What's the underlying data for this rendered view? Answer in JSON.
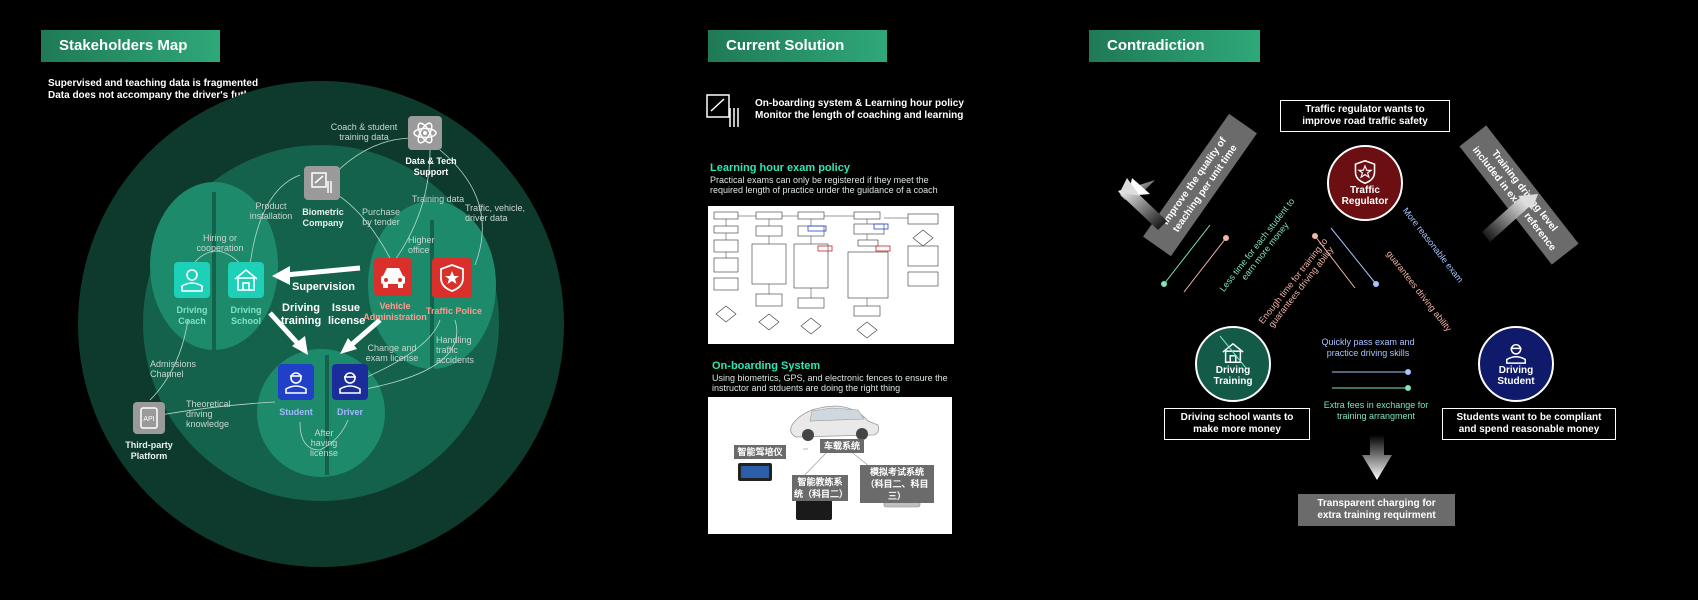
{
  "stakeholders": {
    "title": "Stakeholders Map",
    "intro_line1": "Supervised and teaching data is fragmented",
    "intro_line2": "Data does not accompany the driver's futher on-road performance",
    "nodes": {
      "data_tech": "Data & Tech Support",
      "biometric": "Biometric Company",
      "driving_coach": "Driving Coach",
      "driving_school": "Driving School",
      "vehicle_admin": "Vehicle Administration",
      "traffic_police": "Traffic Police",
      "student": "Student",
      "driver": "Driver",
      "third_party": "Third-party Platform"
    },
    "edges": {
      "coach_student_data": "Coach & student training data",
      "product_installation": "Product installation",
      "purchase_by_tender": "Purchase by tender",
      "training_data": "Training data",
      "traffic_vehicle_driver": "Traffic, vehicle, driver data",
      "hiring": "Hiring or cooperation",
      "higher_office": "Higher office",
      "supervision": "Supervision",
      "driving_training": "Driving training",
      "issue_license": "Issue license",
      "change_exam": "Change and exam license",
      "handling_accidents": "Handling traffic accidents",
      "admissions": "Admissions Channel",
      "theoretical": "Theoretical driving knowledge",
      "after_license": "After having license"
    }
  },
  "current": {
    "title": "Current Solution",
    "header_line1": "On-boarding system & Learning hour policy",
    "header_line2": "Monitor the length of coaching and  learning",
    "policy_title": "Learning hour exam policy",
    "policy_desc": "Practical exams can only be registered if they meet the required length of practice under the guidance of a coach",
    "onboarding_title": "On-boarding System",
    "onboarding_desc": "Using biometrics, GPS, and electronic fences to ensure the instructor and stduents are doing the right thing",
    "img_labels": {
      "car_system": "车载系统",
      "smart_driving": "智能驾培仪",
      "smart_teaching": "智能教练系统（科目二）",
      "sim_exam": "模拟考试系统（科目二、科目三）"
    }
  },
  "contradiction": {
    "title": "Contradiction",
    "top_box": "Traffic regulator wants to improve road traffic safety",
    "left_box": "Driving school wants to make more money",
    "right_box": "Students want to be compliant and spend reasonable money",
    "bottom_box": "Transparent charging for extra training requirment",
    "regulator": "Traffic Regulator",
    "training": "Driving Training",
    "student": "Driving Student",
    "left_arrow": "Improve the quality of teaching per unit time",
    "right_arrow": "Training driving level included in exam reference",
    "less_time": "Less time for each student to earn more money",
    "enough_time": "Enough time for training to guarantees driving ability",
    "more_reasonable": "More reasonable exam",
    "guarantees": "guarantees  driving ability",
    "quickly_pass": "Quickly pass exam and practice driving skills",
    "extra_fees": "Extra fees in exchange for training arrangment"
  },
  "colors": {
    "badge": "#2a9a6e",
    "circle_outer": "#0e3a2e",
    "circle_mid": "#14614c",
    "circle_inner": "#1e8a6c",
    "vehicle_admin": "#d9302c",
    "student_blue": "#2040c8",
    "regulator": "#6b0f12",
    "training_green": "#145a48",
    "student_navy": "#101a6a"
  }
}
